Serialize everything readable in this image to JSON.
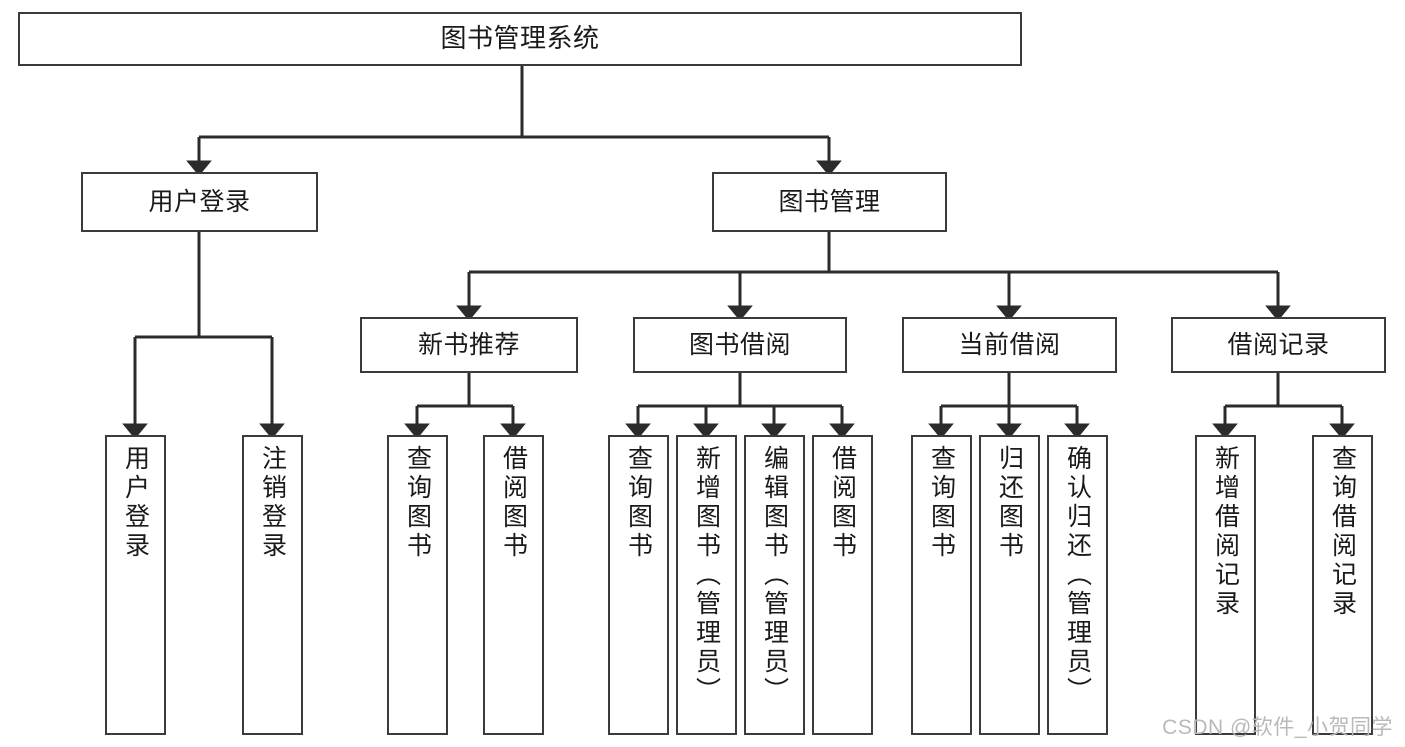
{
  "diagram": {
    "type": "tree",
    "title": "图书管理系统",
    "colors": {
      "box_border": "#3b3b3b",
      "box_fill": "#ffffff",
      "edge": "#2b2b2b",
      "text": "#1a1a1a",
      "watermark": "#b9b9b9",
      "background": "#ffffff"
    },
    "nodes": {
      "root": {
        "label": "图书管理系统"
      },
      "level1": [
        {
          "label": "用户登录"
        },
        {
          "label": "图书管理"
        }
      ],
      "level2": [
        {
          "label": "新书推荐"
        },
        {
          "label": "图书借阅"
        },
        {
          "label": "当前借阅"
        },
        {
          "label": "借阅记录"
        }
      ],
      "leaves": {
        "user_login": [
          {
            "label": "用户登录"
          },
          {
            "label": "注销登录"
          }
        ],
        "new_book_recommend": [
          {
            "label": "查询图书"
          },
          {
            "label": "借阅图书"
          }
        ],
        "book_borrow": [
          {
            "label": "查询图书"
          },
          {
            "label": "新增图书（管理员）"
          },
          {
            "label": "编辑图书（管理员）"
          },
          {
            "label": "借阅图书"
          }
        ],
        "current_borrow": [
          {
            "label": "查询图书"
          },
          {
            "label": "归还图书"
          },
          {
            "label": "确认归还（管理员）"
          }
        ],
        "borrow_record": [
          {
            "label": "新增借阅记录"
          },
          {
            "label": "查询借阅记录"
          }
        ]
      }
    },
    "watermark": "CSDN @软件_小贺同学"
  }
}
